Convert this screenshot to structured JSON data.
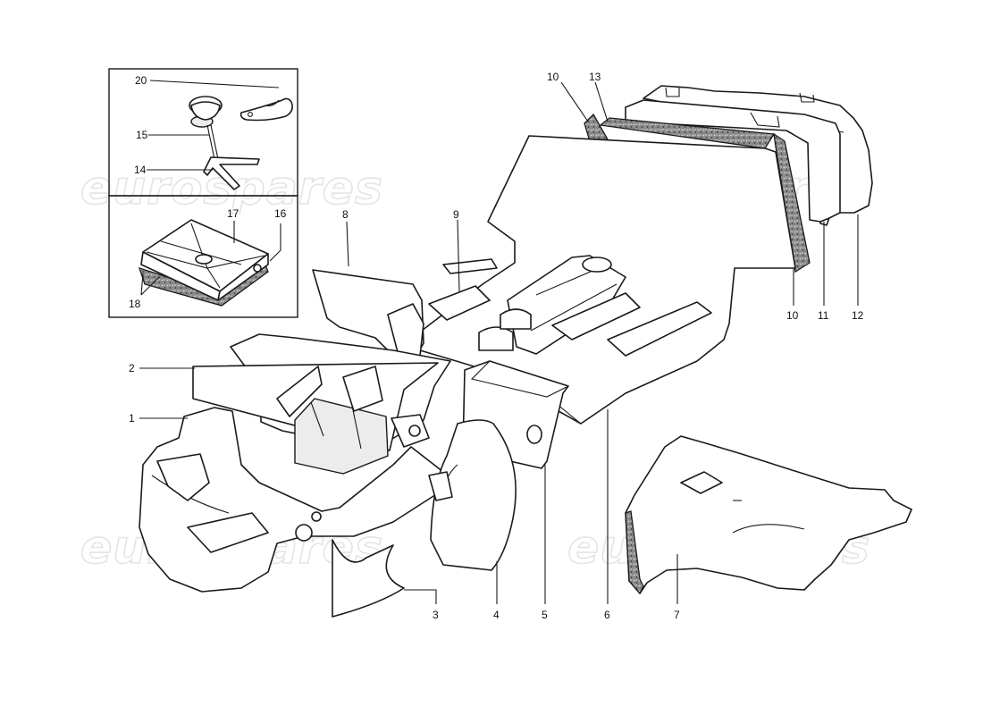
{
  "watermark": "eurospares",
  "callouts": {
    "c1": "1",
    "c2": "2",
    "c3": "3",
    "c4": "4",
    "c5": "5",
    "c6": "6",
    "c7": "7",
    "c8": "8",
    "c9": "9",
    "c10a": "10",
    "c10b": "10",
    "c11": "11",
    "c12": "12",
    "c13": "13",
    "c14": "14",
    "c15": "15",
    "c16": "16",
    "c17": "17",
    "c18": "18",
    "c20": "20"
  }
}
